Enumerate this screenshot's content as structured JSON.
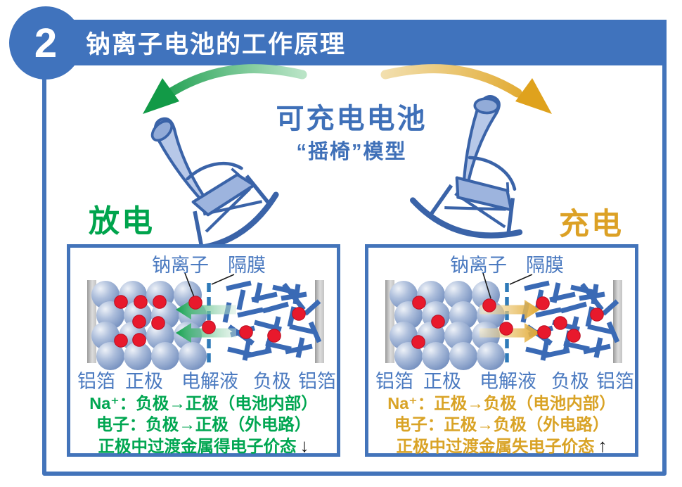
{
  "header": {
    "number": "2",
    "title": "钠离子电池的工作原理"
  },
  "hero": {
    "title": "可充电电池",
    "subtitle": "“摇椅”模型",
    "discharge_label": "放电",
    "charge_label": "充电"
  },
  "panels": [
    {
      "id": "discharge",
      "ion_label": "钠离子",
      "separator_label": "隔膜",
      "electrodes": [
        "铝箔",
        "正极",
        "电解液",
        "负极",
        "铝箔"
      ],
      "note_lines": [
        "Na⁺：负极→正极（电池内部）",
        "电子：负极→正极（外电路）",
        "正极中过渡金属得电子价态"
      ],
      "valence_arrow": "↓"
    },
    {
      "id": "charge",
      "ion_label": "钠离子",
      "separator_label": "隔膜",
      "electrodes": [
        "铝箔",
        "正极",
        "电解液",
        "负极",
        "铝箔"
      ],
      "note_lines": [
        "Na⁺：正极→负极（电池内部）",
        "电子：正极→负极（外电路）",
        "正极中过渡金属失电子价态"
      ],
      "valence_arrow": "↑"
    }
  ],
  "colors": {
    "primary_blue": "#4073bd",
    "label_blue": "#4b7ac0",
    "discharge_green": "#00a651",
    "charge_gold": "#d9a326",
    "sodium_ion_red": "#e8192c"
  }
}
